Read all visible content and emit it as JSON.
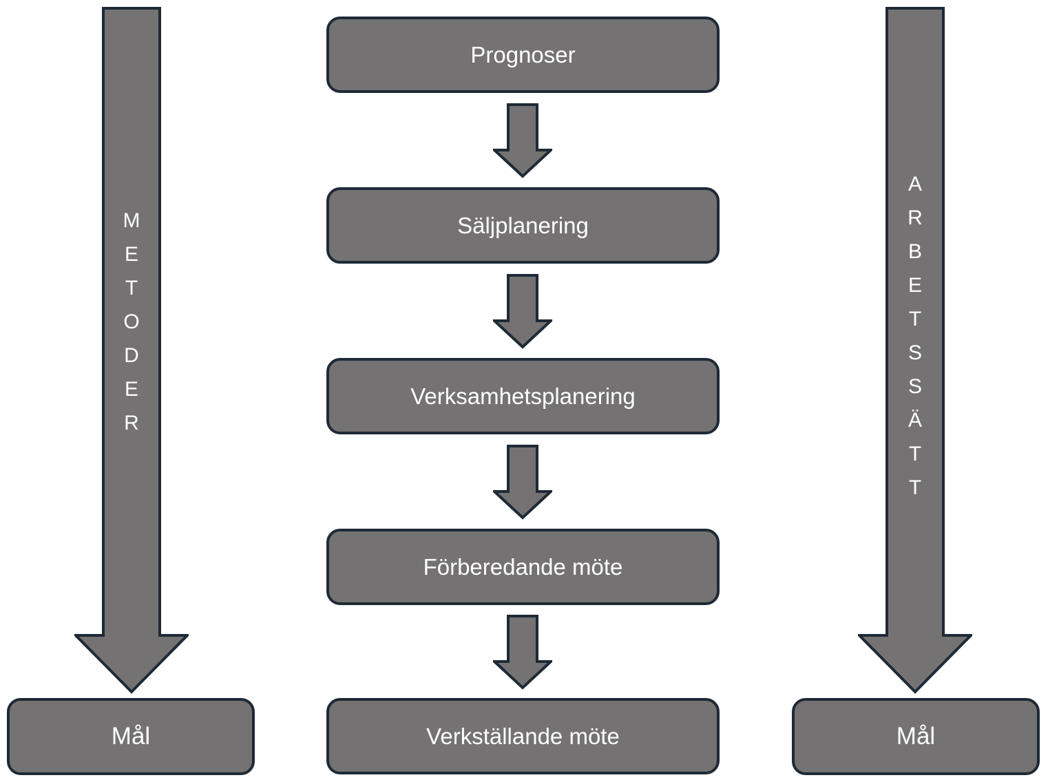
{
  "diagram": {
    "title_semantics": "sales planning process flow",
    "colors": {
      "shape_fill": "#747272",
      "shape_border": "#1e2a36",
      "text": "#ffffff",
      "background": "#ffffff"
    },
    "left_column": {
      "arrow_label": "METODER",
      "goal_label": "Mål"
    },
    "flow": {
      "steps": [
        {
          "label": "Prognoser"
        },
        {
          "label": "Säljplanering"
        },
        {
          "label": "Verksamhetsplanering"
        },
        {
          "label": "Förberedande möte"
        },
        {
          "label": "Verkställande möte"
        }
      ]
    },
    "right_column": {
      "arrow_label": "ARBETSSÄTT",
      "goal_label": "Mål"
    }
  }
}
